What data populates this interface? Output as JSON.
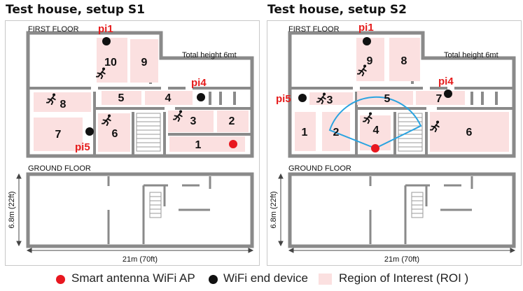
{
  "panels": [
    {
      "title": "Test  house, setup S1",
      "first_floor_label": "FIRST FLOOR",
      "ground_floor_label": "GROUND FLOOR",
      "height_note": "Total height 6mt",
      "width_dim": "21m (70ft)",
      "height_dim": "6.8m (22ft)",
      "rooms": [
        "10",
        "9",
        "8",
        "5",
        "4",
        "3",
        "2",
        "7",
        "6",
        "1"
      ],
      "devices": [
        "pi1",
        "pi4",
        "pi5"
      ]
    },
    {
      "title": "Test  house, setup S2",
      "first_floor_label": "FIRST FLOOR",
      "ground_floor_label": "GROUND FLOOR",
      "height_note": "Total height 6mt",
      "width_dim": "21m (70ft)",
      "height_dim": "6.8m (22ft)",
      "rooms": [
        "9",
        "8",
        "3",
        "5",
        "7",
        "1",
        "2",
        "4",
        "6"
      ],
      "devices": [
        "pi1",
        "pi4",
        "pi5"
      ]
    }
  ],
  "legend": {
    "ap_label": "Smart antenna WiFi AP",
    "device_label": "WiFi end device",
    "roi_label": "Region of Interest (ROI )"
  },
  "colors": {
    "ap": "#e8171f",
    "device": "#111111",
    "roi": "#fbe0e0",
    "wall": "#888888",
    "device_label": "#e51c1c",
    "beam": "#29a3e0"
  }
}
